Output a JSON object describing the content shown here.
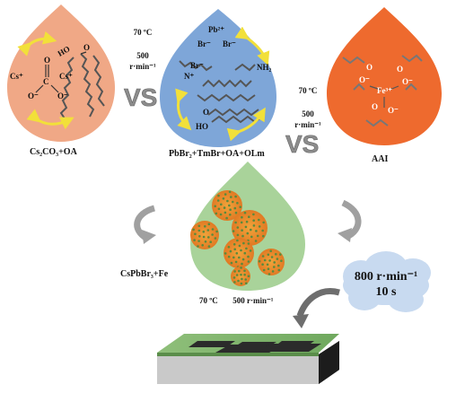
{
  "drop_left": {
    "label": "Cs₂CO₃+OA",
    "fill": "#f0a886",
    "molecule": {
      "cs_left": "Cs⁺",
      "cs_right": "Cs⁺",
      "c": "C",
      "o_top": "O",
      "o_left": "O⁻",
      "o_right": "O⁻",
      "oa_head": "HO",
      "oa_o": "O"
    }
  },
  "cond_top_left": {
    "temp": "70 ºC",
    "speed": "500",
    "unit": "r·min⁻¹"
  },
  "drop_middle": {
    "label": "PbBr₂+TmBr+OA+OLm",
    "fill": "#7ea6d8",
    "molecule": {
      "pb": "Pb²⁺",
      "br1": "Br⁻",
      "br2": "Br⁻",
      "br3": "Br⁻",
      "n": "N⁺",
      "nh2": "NH₂",
      "ho": "HO",
      "o": "O"
    }
  },
  "cond_right": {
    "temp": "70 ºC",
    "speed": "500",
    "unit": "r·min⁻¹"
  },
  "drop_right": {
    "label": "AAI",
    "fill": "#ee6a2e",
    "molecule": {
      "fe": "Fe³⁺",
      "o1": "O⁻",
      "o2": "O",
      "o3": "O",
      "o4": "O⁻",
      "o5": "O",
      "o6": "O⁻"
    }
  },
  "vs_left": "VS",
  "vs_right": "VS",
  "drop_bottom": {
    "label": "CsPbBr₃+Fe",
    "fill": "#a9d39a"
  },
  "cond_bottom": {
    "temp": "70 ºC",
    "speed": "500",
    "unit": "r·min⁻¹"
  },
  "cloud": {
    "speed": "800 r·min⁻¹",
    "time": "10 s",
    "fill": "#c8daf0"
  },
  "colors": {
    "arrow_yellow": "#f2e03a",
    "arrow_gray": "#9a9a9a",
    "vs_gray": "#8c8c8c"
  }
}
